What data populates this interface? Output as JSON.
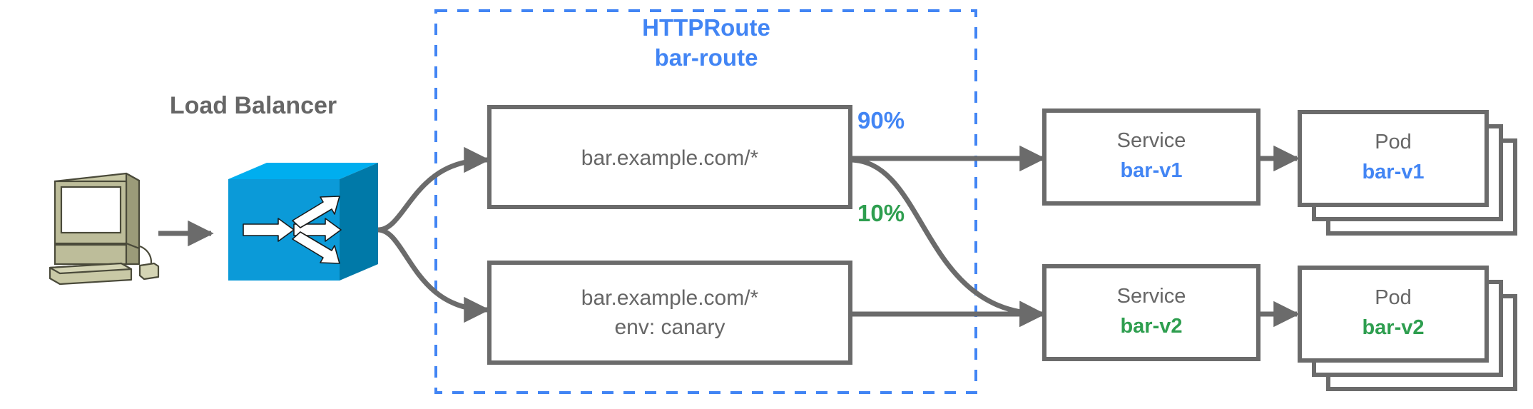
{
  "diagram": {
    "client": {
      "icon": "workstation-icon"
    },
    "load_balancer": {
      "label": "Load Balancer",
      "icon": "load-balancer-switch-icon"
    },
    "httproute": {
      "kind": "HTTPRoute",
      "name": "bar-route",
      "border_color": "#4285F4",
      "rules": [
        {
          "id": "rule-primary",
          "lines": [
            "bar.example.com/*"
          ]
        },
        {
          "id": "rule-canary",
          "lines": [
            "bar.example.com/*",
            "env: canary"
          ]
        }
      ]
    },
    "weights": [
      {
        "value": "90%",
        "color": "#4285F4",
        "target": "bar-v1"
      },
      {
        "value": "10%",
        "color": "#2E9E4F",
        "target": "bar-v2"
      }
    ],
    "backends": [
      {
        "id": "backend-v1",
        "service": {
          "kind": "Service",
          "name": "bar-v1",
          "color": "#4285F4"
        },
        "pods": {
          "kind": "Pod",
          "name": "bar-v1",
          "color": "#4285F4",
          "replicas": 3
        }
      },
      {
        "id": "backend-v2",
        "service": {
          "kind": "Service",
          "name": "bar-v2",
          "color": "#2E9E4F"
        },
        "pods": {
          "kind": "Pod",
          "name": "bar-v2",
          "color": "#2E9E4F",
          "replicas": 3
        }
      }
    ],
    "colors": {
      "stroke_gray": "#6b6b6b",
      "text_gray": "#666666",
      "blue": "#4285F4",
      "green": "#2E9E4F",
      "lb_blue": "#0B9AD8",
      "client_khaki": "#B5B58A"
    }
  }
}
